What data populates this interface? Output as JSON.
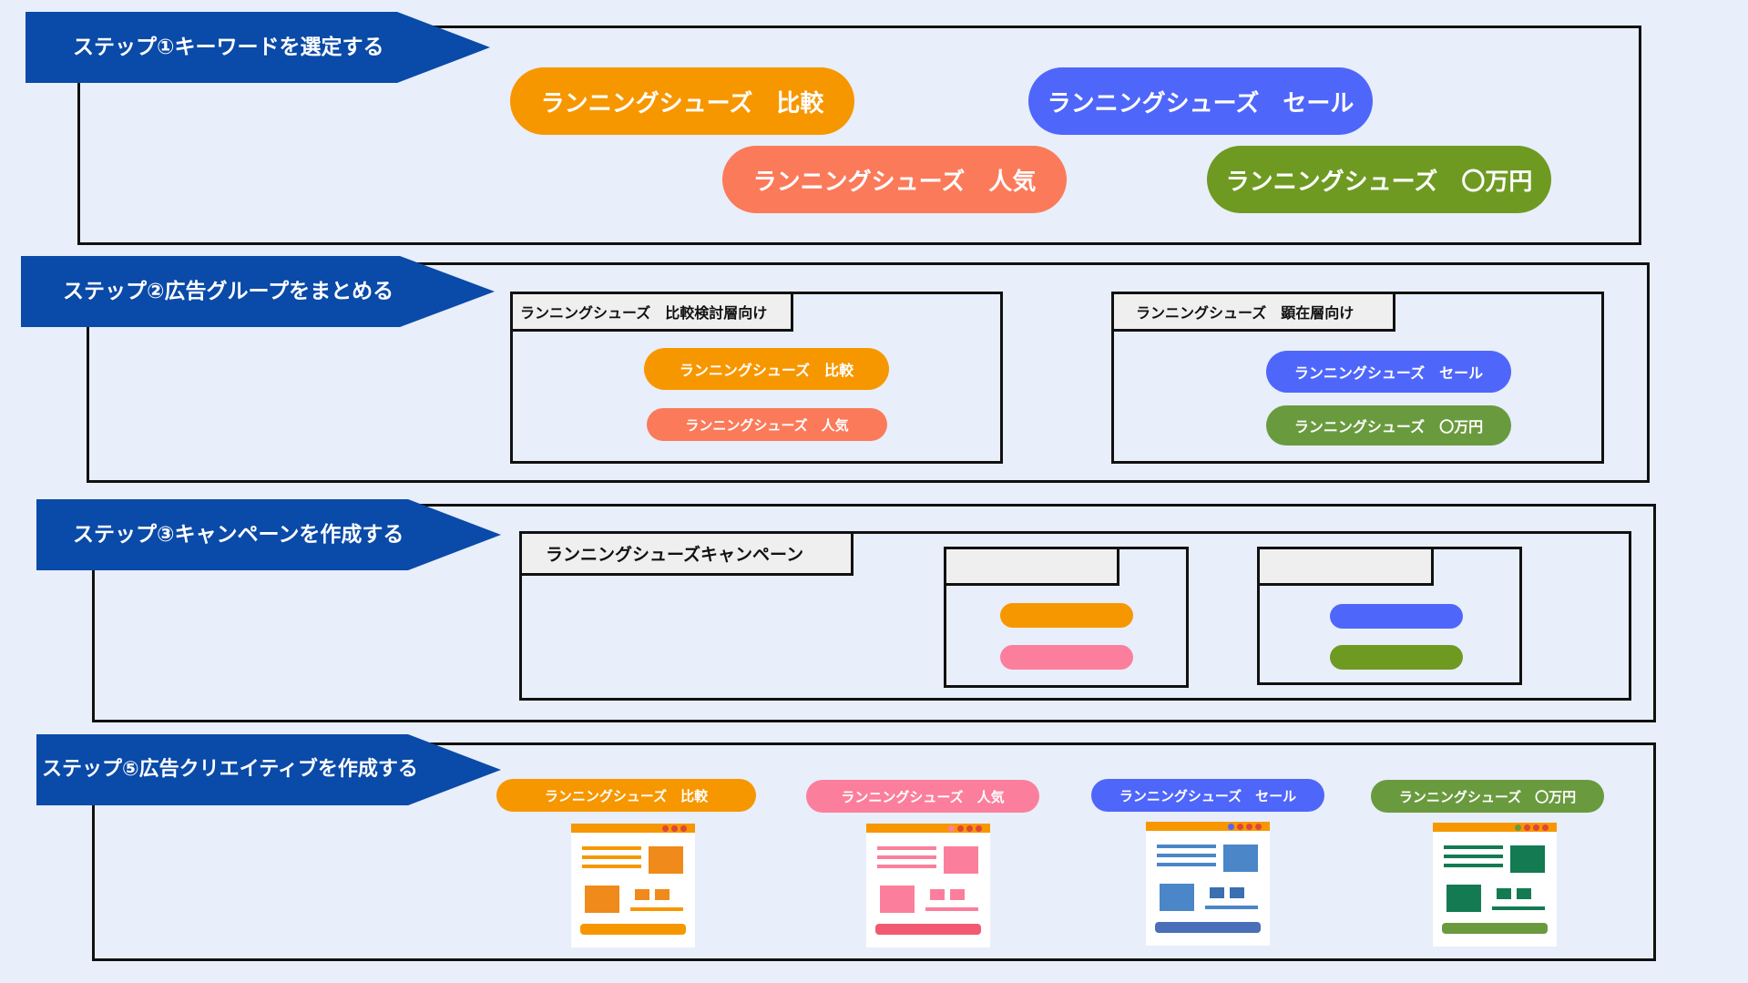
{
  "colors": {
    "banner": "#0a4aa8",
    "orange": "#f79700",
    "salmon": "#fb7a5a",
    "blue": "#4f66fa",
    "green": "#6e9a22",
    "pink": "#fb7f9c",
    "olive_green": "#6a9a3e"
  },
  "step1": {
    "banner": "ステップ①キーワードを選定する",
    "keywords": [
      "ランニングシューズ　比較",
      "ランニングシューズ　セール",
      "ランニングシューズ　人気",
      "ランニングシューズ　〇万円"
    ]
  },
  "step2": {
    "banner": "ステップ②広告グループをまとめる",
    "groups": [
      {
        "title": "ランニングシューズ　比較検討層向け",
        "items": [
          "ランニングシューズ　比較",
          "ランニングシューズ　人気"
        ]
      },
      {
        "title": "ランニングシューズ　顕在層向け",
        "items": [
          "ランニングシューズ　セール",
          "ランニングシューズ　〇万円"
        ]
      }
    ]
  },
  "step3": {
    "banner": "ステップ③キャンペーンを作成する",
    "campaign": "ランニングシューズキャンペーン"
  },
  "step5": {
    "banner": "ステップ⑤広告クリエイティブを作成する",
    "creatives": [
      "ランニングシューズ　比較",
      "ランニングシューズ　人気",
      "ランニングシューズ　セール",
      "ランニングシューズ　〇万円"
    ]
  }
}
